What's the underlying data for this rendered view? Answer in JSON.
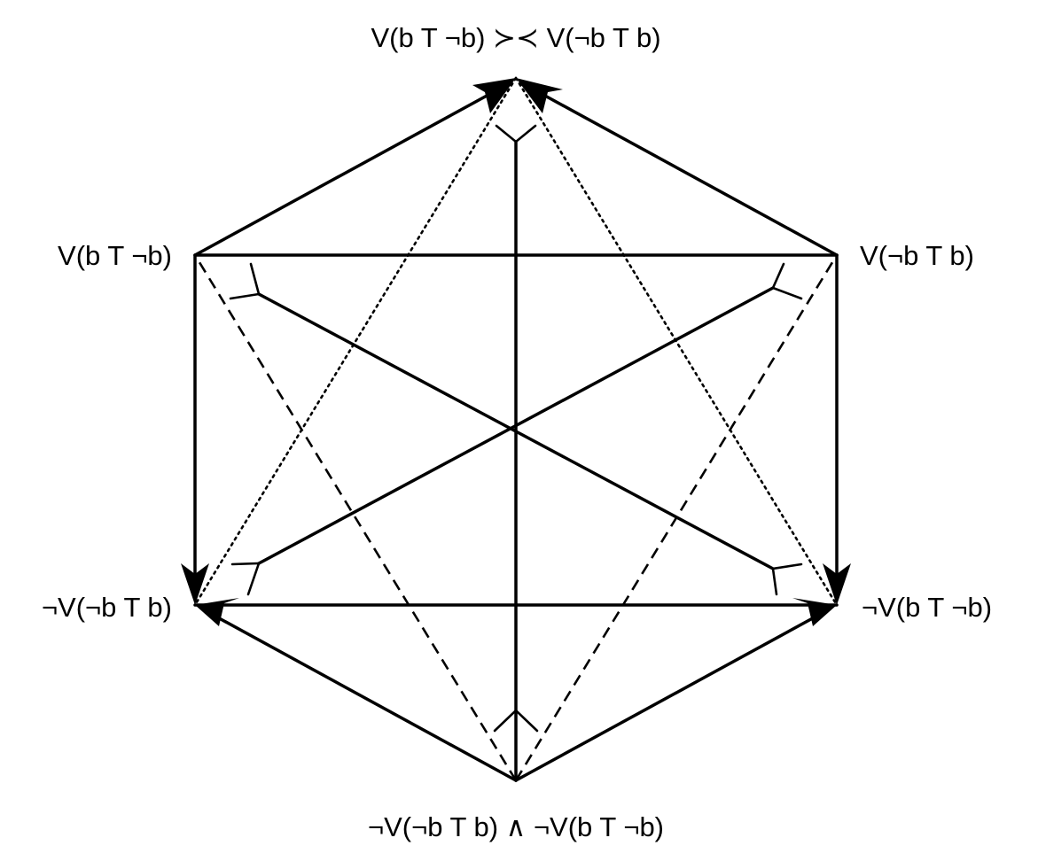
{
  "nodes": {
    "top": "V(b T ¬b) ≻≺ V(¬b T b)",
    "left_upper": "V(b T ¬b)",
    "right_upper": "V(¬b T b)",
    "left_lower": "¬V(¬b T b)",
    "right_lower": "¬V(b T ¬b)",
    "bottom": "¬V(¬b T b) ∧ ¬V(b T ¬b)"
  },
  "relations": {
    "implication": "arrow",
    "contradiction": "solid",
    "contrariety": "dotted",
    "subcontrariety": "dashed",
    "incompatibility_marker": "fork"
  },
  "colors": {
    "ink": "#000000",
    "background": "#ffffff"
  }
}
